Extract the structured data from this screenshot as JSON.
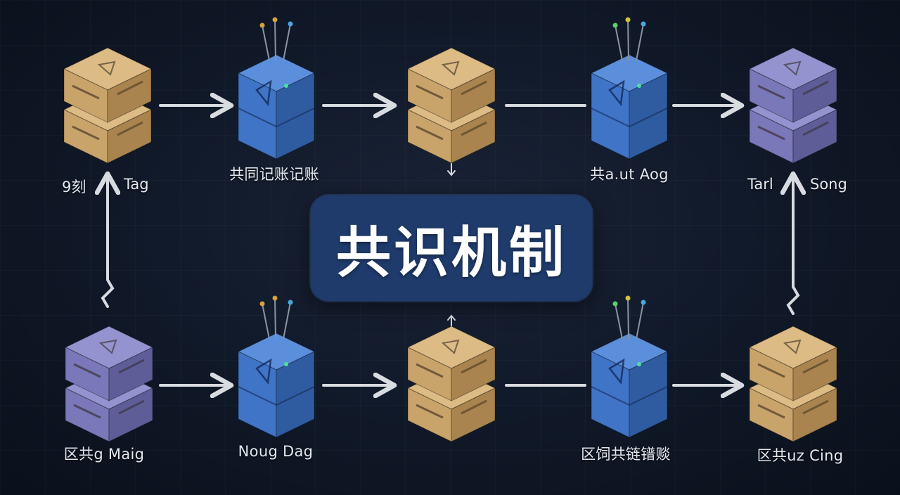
{
  "title": "共识机制",
  "nodes": [
    {
      "id": "n1",
      "kind": "server",
      "color": "tan"
    },
    {
      "id": "n2",
      "kind": "validator",
      "color": "blue",
      "label": "共同记账记账"
    },
    {
      "id": "n3",
      "kind": "server",
      "color": "tan"
    },
    {
      "id": "n4",
      "kind": "validator",
      "color": "blue",
      "label": "共a.ut  Aog"
    },
    {
      "id": "n5",
      "kind": "server",
      "color": "purple"
    },
    {
      "id": "n6",
      "kind": "server",
      "color": "purple",
      "label": "区共g Maig"
    },
    {
      "id": "n7",
      "kind": "validator",
      "color": "blue",
      "label": "Noug Dag"
    },
    {
      "id": "n8",
      "kind": "server",
      "color": "tan"
    },
    {
      "id": "n9",
      "kind": "validator",
      "color": "blue",
      "label": "区饲共链镨赕"
    },
    {
      "id": "n10",
      "kind": "server",
      "color": "tan",
      "label": "区共uz Cing"
    }
  ],
  "split_labels": {
    "n1_left": "9刻",
    "n1_right": "Tag",
    "n5_left": "Tarl",
    "n5_right": "Song"
  },
  "colors": {
    "tan_front": "#c9a46a",
    "tan_top": "#dcbb84",
    "tan_side": "#a9844e",
    "blue_front": "#3f74c6",
    "blue_top": "#5b8fdc",
    "blue_side": "#2f5ba0",
    "purple_front": "#7a78b8",
    "purple_top": "#9593cf",
    "purple_side": "#5f5d98",
    "arrow": "#d8dbe0",
    "title_bg": "#1f3b6b"
  }
}
